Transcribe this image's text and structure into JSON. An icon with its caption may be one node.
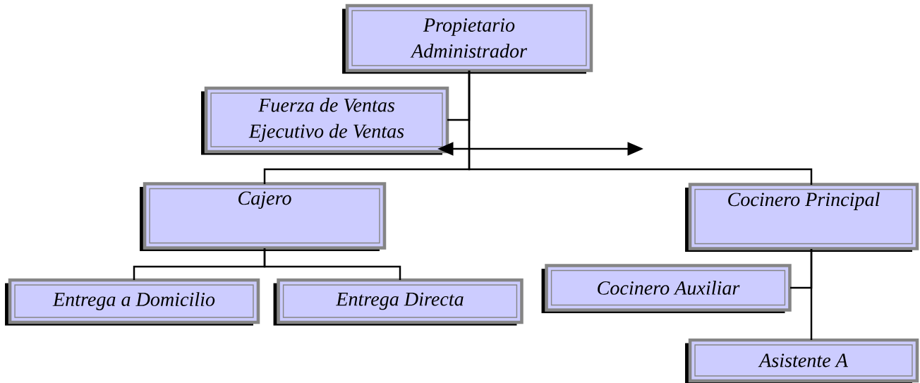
{
  "diagram": {
    "nodes": [
      {
        "text": [
          "Propietario Administrador"
        ]
      },
      {
        "text": [
          "Fuerza de Ventas Ejecutivo de Ventas"
        ]
      },
      {
        "text": [
          "Cajero"
        ]
      },
      {
        "text": [
          "Cocinero Principal"
        ]
      },
      {
        "text": [
          "Entrega a Domicilio"
        ]
      },
      {
        "text": [
          "Entrega Directa"
        ]
      },
      {
        "text": [
          "Cocinero Auxiliar"
        ]
      },
      {
        "text": [
          "Asistente A"
        ]
      }
    ],
    "edges": [
      {
        "from": 0,
        "to": 1,
        "arrow": "none"
      },
      {
        "from": 0,
        "to": 2,
        "arrow": "none"
      },
      {
        "from": 0,
        "to": 3,
        "arrow": "none"
      },
      {
        "from": 2,
        "to": 4,
        "arrow": "none"
      },
      {
        "from": 2,
        "to": 5,
        "arrow": "none"
      },
      {
        "from": 3,
        "to": 6,
        "arrow": "none"
      },
      {
        "from": 3,
        "to": 7,
        "arrow": "none"
      },
      {
        "from": 1,
        "to": null,
        "arrow": "both"
      }
    ]
  }
}
